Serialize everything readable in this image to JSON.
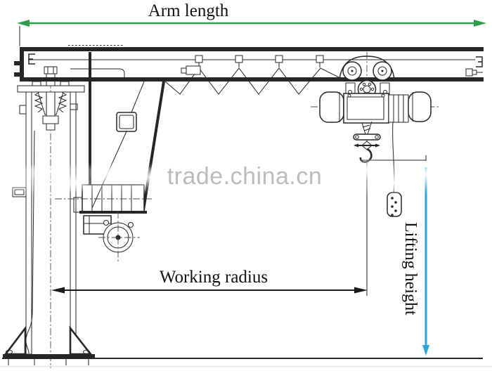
{
  "diagram": {
    "title": "jib crane technical drawing",
    "labels": {
      "arm_length": "Arm length",
      "working_radius": "Working radius",
      "lifting_height": "Lifting height"
    },
    "watermark": {
      "text": "trade.china.cn"
    },
    "colors": {
      "arm_arrow": "#2e9c4c",
      "lifting_arrow": "#2ba2d8",
      "radius_arrow": "#1a1a1a",
      "line": "#262626",
      "watermark_text": "#bcbcbc"
    }
  }
}
